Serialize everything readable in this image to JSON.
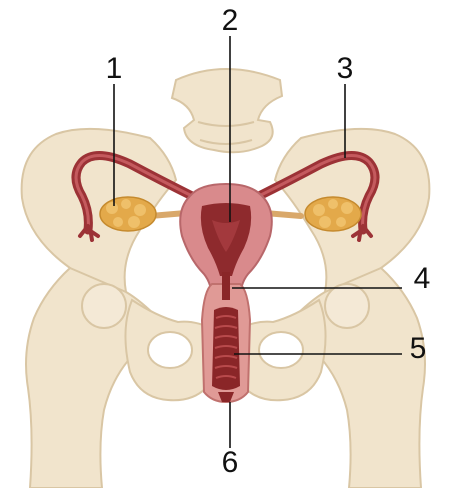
{
  "diagram": {
    "callouts": [
      {
        "id": "1",
        "label": "1"
      },
      {
        "id": "2",
        "label": "2"
      },
      {
        "id": "3",
        "label": "3"
      },
      {
        "id": "4",
        "label": "4"
      },
      {
        "id": "5",
        "label": "5"
      },
      {
        "id": "6",
        "label": "6"
      }
    ]
  },
  "colors": {
    "bone": "#f1e4cc",
    "bone_shadow": "#d9c6a4",
    "uterus_outer": "#d98a8c",
    "uterus_inner": "#8e2a2d",
    "tube": "#9c3236",
    "ovary": "#e3a94a",
    "vagina_outer": "#e09a96",
    "vagina_inner": "#8a2628"
  }
}
